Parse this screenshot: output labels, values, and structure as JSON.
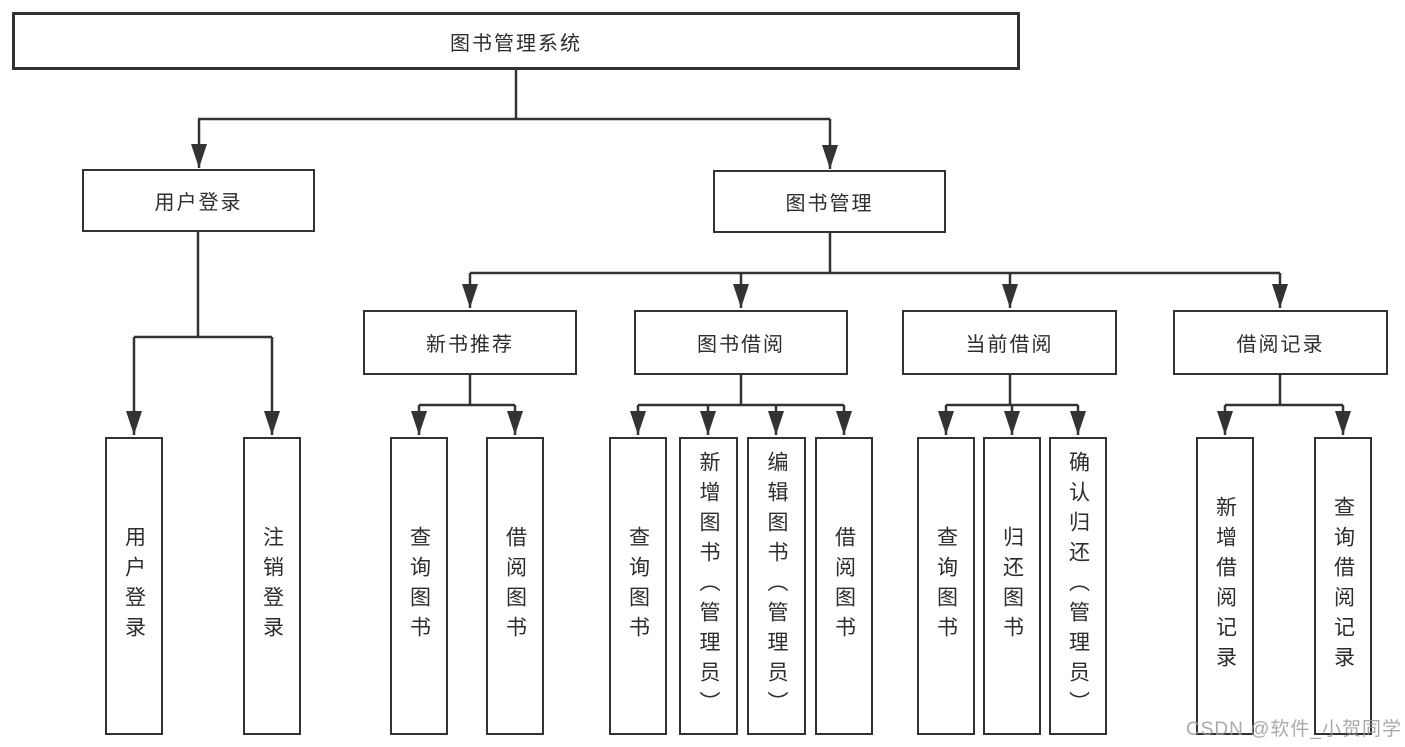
{
  "tree": {
    "label": "图书管理系统",
    "children": [
      {
        "label": "用户登录",
        "children": [
          {
            "label": "用户登录"
          },
          {
            "label": "注销登录"
          }
        ]
      },
      {
        "label": "图书管理",
        "children": [
          {
            "label": "新书推荐",
            "children": [
              {
                "label": "查询图书"
              },
              {
                "label": "借阅图书"
              }
            ]
          },
          {
            "label": "图书借阅",
            "children": [
              {
                "label": "查询图书"
              },
              {
                "label": "新增图书（管理员）"
              },
              {
                "label": "编辑图书（管理员）"
              },
              {
                "label": "借阅图书"
              }
            ]
          },
          {
            "label": "当前借阅",
            "children": [
              {
                "label": "查询图书"
              },
              {
                "label": "归还图书"
              },
              {
                "label": "确认归还（管理员）"
              }
            ]
          },
          {
            "label": "借阅记录",
            "children": [
              {
                "label": "新增借阅记录"
              },
              {
                "label": "查询借阅记录"
              }
            ]
          }
        ]
      }
    ]
  },
  "watermark": {
    "text": "CSDN @软件_小贺同学"
  },
  "colors": {
    "line": "#333333",
    "box_border": "#323232",
    "box_fill": "#ffffff",
    "text": "#2d2d2d",
    "watermark": "#9b9b9b"
  }
}
